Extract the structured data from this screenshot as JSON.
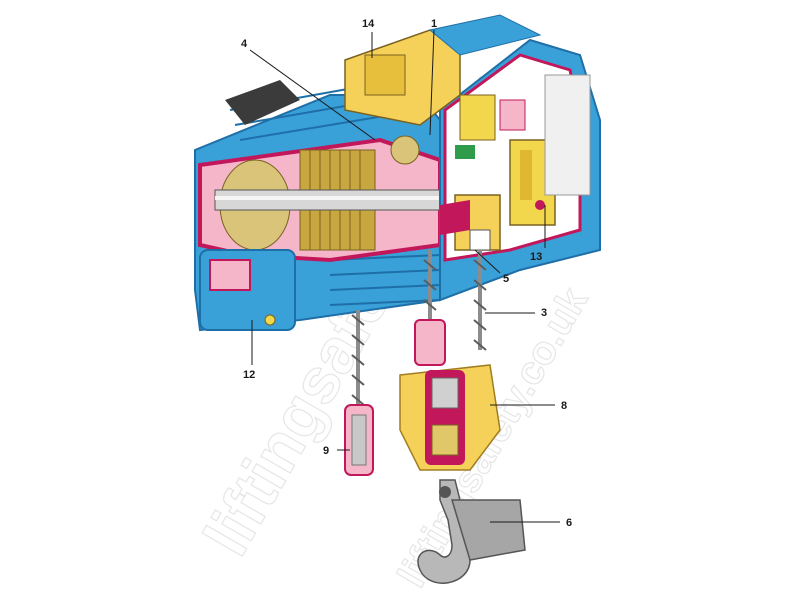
{
  "watermark": {
    "text": "liftingsafety.co.uk"
  },
  "callouts": [
    {
      "id": "c14",
      "label": "14"
    },
    {
      "id": "c1",
      "label": "1"
    },
    {
      "id": "c4",
      "label": "4"
    },
    {
      "id": "c13",
      "label": "13"
    },
    {
      "id": "c5",
      "label": "5"
    },
    {
      "id": "c3",
      "label": "3"
    },
    {
      "id": "c12",
      "label": "12"
    },
    {
      "id": "c8",
      "label": "8"
    },
    {
      "id": "c9",
      "label": "9"
    },
    {
      "id": "c6",
      "label": "6"
    }
  ],
  "colors": {
    "housing_blue": "#3aa0d8",
    "housing_dark": "#1e6fa8",
    "cutaway_magenta": "#c2185b",
    "gear_yellow": "#f2d64b",
    "pink_panel": "#f4b6c8",
    "hook_block_yellow": "#f5d15a",
    "hook_grey": "#b8b8b8",
    "chain_grey": "#8c8c8c",
    "winding_gold": "#c8a640"
  }
}
